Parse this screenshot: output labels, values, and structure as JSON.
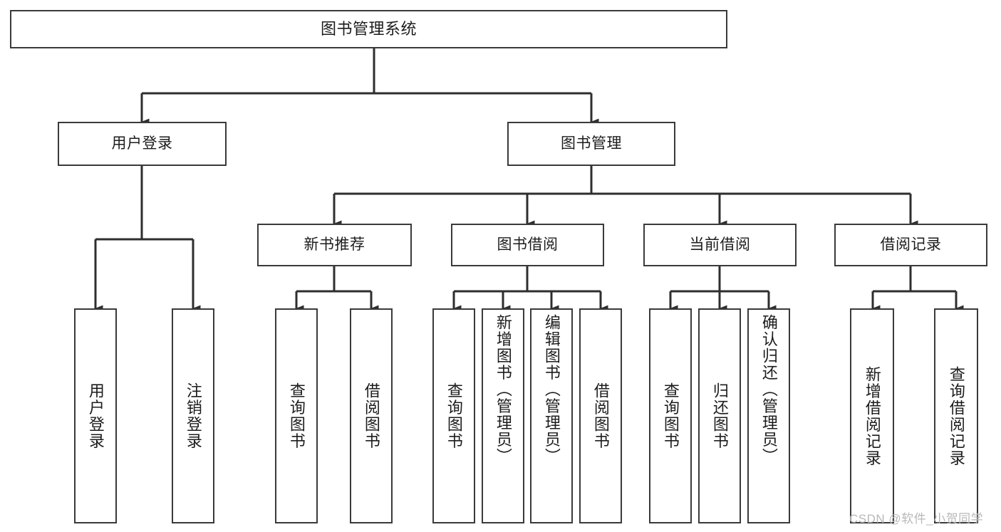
{
  "diagram": {
    "title": "图书管理系统",
    "type": "tree-hierarchy-diagram",
    "colors": {
      "background": "#ffffff",
      "box_border": "#3a3a3a",
      "box_fill": "#ffffff",
      "text": "#1c1c1c",
      "connector": "#2e2e2e",
      "watermark": "#b8b8b8"
    },
    "levels": {
      "root": {
        "label": "图书管理系统"
      },
      "level2": [
        {
          "id": "user-login",
          "label": "用户登录"
        },
        {
          "id": "book-management",
          "label": "图书管理"
        }
      ],
      "level3": [
        {
          "id": "new-book-recommend",
          "label": "新书推荐"
        },
        {
          "id": "book-borrow",
          "label": "图书借阅"
        },
        {
          "id": "current-borrow",
          "label": "当前借阅"
        },
        {
          "id": "borrow-record",
          "label": "借阅记录"
        }
      ],
      "leaves": {
        "user_login": [
          {
            "id": "leaf-user-login",
            "label": "用户登录"
          },
          {
            "id": "leaf-user-logout",
            "label": "注销登录"
          }
        ],
        "new_book_recommend": [
          {
            "id": "leaf-query-book-1",
            "label": "查询图书"
          },
          {
            "id": "leaf-borrow-book-1",
            "label": "借阅图书"
          }
        ],
        "book_borrow": [
          {
            "id": "leaf-query-book-2",
            "label": "查询图书"
          },
          {
            "id": "leaf-add-book",
            "label": "新增图书（管理员）"
          },
          {
            "id": "leaf-edit-book",
            "label": "编辑图书（管理员）"
          },
          {
            "id": "leaf-borrow-book-2",
            "label": "借阅图书"
          }
        ],
        "current_borrow": [
          {
            "id": "leaf-query-book-3",
            "label": "查询图书"
          },
          {
            "id": "leaf-return-book",
            "label": "归还图书"
          },
          {
            "id": "leaf-confirm-return",
            "label": "确认归还（管理员）"
          }
        ],
        "borrow_record": [
          {
            "id": "leaf-add-record",
            "label": "新增借阅记录"
          },
          {
            "id": "leaf-query-record",
            "label": "查询借阅记录"
          }
        ]
      }
    },
    "watermark": "CSDN @软件_小贺同学"
  }
}
